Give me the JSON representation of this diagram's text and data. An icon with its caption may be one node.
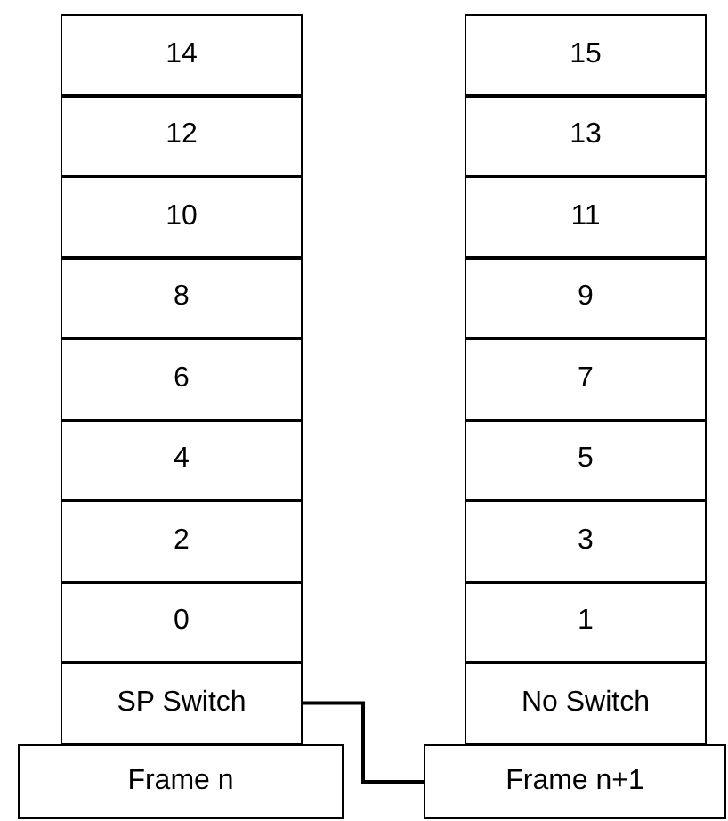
{
  "diagram": {
    "nodes": [
      {
        "text": [
          "14"
        ]
      },
      {
        "text": [
          "15"
        ]
      },
      {
        "text": [
          "12"
        ]
      },
      {
        "text": [
          "13"
        ]
      },
      {
        "text": [
          "10"
        ]
      },
      {
        "text": [
          "11"
        ]
      },
      {
        "text": [
          "8"
        ]
      },
      {
        "text": [
          "9"
        ]
      },
      {
        "text": [
          "6"
        ]
      },
      {
        "text": [
          "7"
        ]
      },
      {
        "text": [
          "4"
        ]
      },
      {
        "text": [
          "5"
        ]
      },
      {
        "text": [
          "2"
        ]
      },
      {
        "text": [
          "3"
        ]
      },
      {
        "text": [
          "0"
        ]
      },
      {
        "text": [
          "1"
        ]
      },
      {
        "text": [
          "SP Switch"
        ]
      },
      {
        "text": [
          "No Switch"
        ]
      },
      {
        "text": [
          "Frame n"
        ]
      },
      {
        "text": [
          "Frame n+1"
        ]
      }
    ],
    "edges": [
      {
        "from": 16,
        "to": 19,
        "arrow": "none"
      }
    ]
  }
}
